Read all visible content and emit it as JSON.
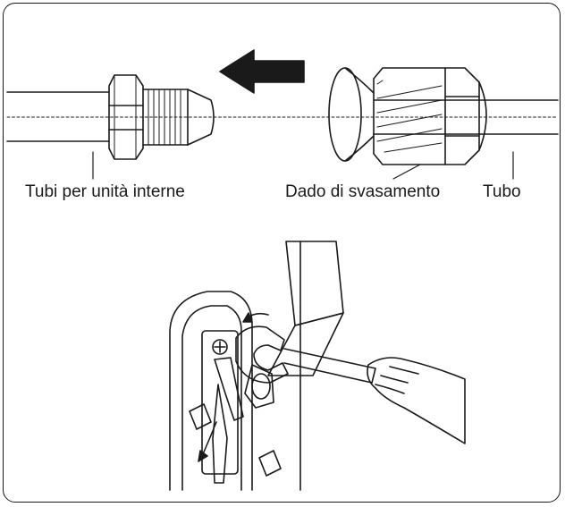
{
  "labels": {
    "indoor_pipes": "Tubi per unità interne",
    "flare_nut": "Dado di svasamento",
    "pipe": "Tubo"
  }
}
